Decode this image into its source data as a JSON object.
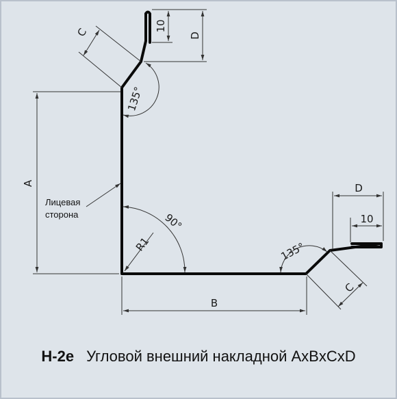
{
  "caption": {
    "code": "Н-2е",
    "title": "Угловой внешний накладной АxВxСxD"
  },
  "labels": {
    "dim_a": "A",
    "dim_b": "B",
    "dim_c": "C",
    "dim_d": "D",
    "hem": "10",
    "radius": "R1",
    "angle_corner": "90°",
    "angle_bend": "135°",
    "face_side_line1": "Лицевая",
    "face_side_line2": "сторона"
  },
  "colors": {
    "background": "#dee4ea",
    "profile": "#0a0a0a",
    "dimension": "#333333"
  }
}
